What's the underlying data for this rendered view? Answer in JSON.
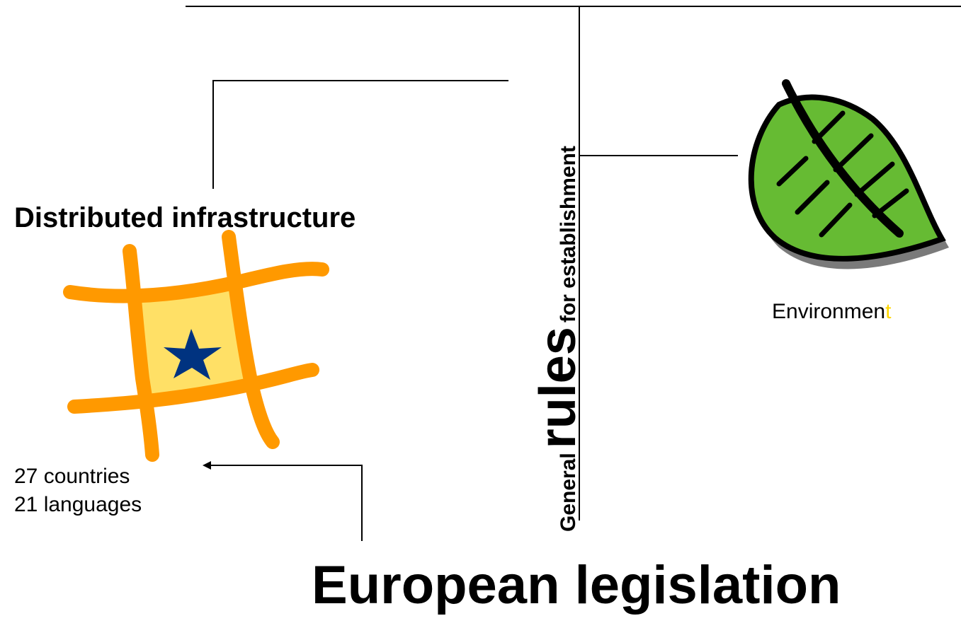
{
  "diagram": {
    "left_branch": {
      "title": "Distributed infrastructure",
      "stats": [
        "27 countries",
        "21 languages"
      ]
    },
    "center": {
      "prefix": "General",
      "emphasis": "rules",
      "suffix": "for establishment"
    },
    "right_branch": {
      "label_main": "Environmen",
      "label_accent": "t",
      "accent_color": "#ffd700"
    },
    "bottom_title": "European legislation",
    "icons": {
      "left": "eu-star-grid-icon",
      "right": "leaf-icon"
    },
    "colors": {
      "grid_orange": "#ff9900",
      "grid_fill": "#ffe066",
      "star_blue": "#003380",
      "leaf_green": "#66bb33",
      "leaf_shadow": "#7a7a7a"
    }
  }
}
